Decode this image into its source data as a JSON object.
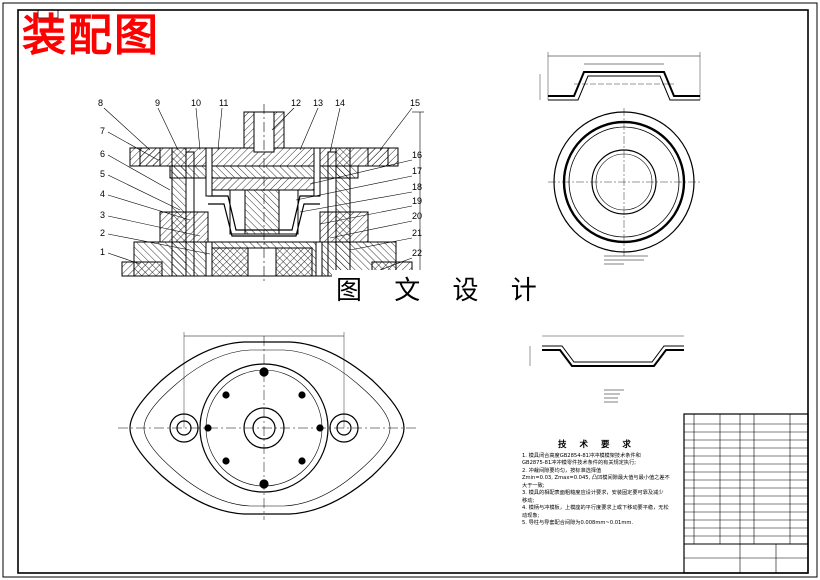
{
  "sheet": {
    "stamp_text": "装配图",
    "watermark_text": "图 文 设 计"
  },
  "section_view": {
    "balloons": [
      "1",
      "2",
      "3",
      "4",
      "5",
      "6",
      "7",
      "8",
      "9",
      "10",
      "11",
      "12",
      "13",
      "14",
      "15",
      "16",
      "17",
      "18",
      "19",
      "20",
      "21",
      "22"
    ]
  },
  "technical_requirements": {
    "heading": "技 术 要 求",
    "items": [
      "1. 模具闭合高度GB2854-81冲冲模模架技术条件和",
      "GB2875-81冲冲模零件技术条件的有关规定执行;",
      "2. 冲裁间隙要均匀，按标准选择值",
      "Zmin=0.03, Zmax=0.045, 凸凹模间隙最大值与最小值之差不大于一致;",
      "3. 模具的相配表面粗糙度应设计要求，安装固定要可靠及减少",
      "移动;",
      "4. 模柄与冲模板，上模座的平行度要求上或下移动要平稳，无松",
      "动现象;",
      "5. 导柱与导套配合间隙为0.008mm~0.01mm."
    ]
  },
  "colors": {
    "stamp": "#ff0000",
    "line": "#000000",
    "paper": "#ffffff"
  }
}
